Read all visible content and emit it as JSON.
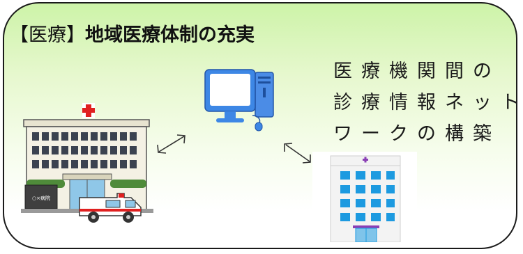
{
  "title": {
    "bracket_open": "【",
    "tag": "医療",
    "bracket_close": "】",
    "main": "地域医療体制の充実"
  },
  "description": {
    "lines": [
      "医療機関間の",
      "診療情報ネット",
      "ワークの構築"
    ]
  },
  "hospital_left": {
    "sign_text": "○×病院"
  },
  "icons": [
    "hospital-icon",
    "ambulance-icon",
    "computer-icon",
    "clinic-icon",
    "double-arrow-icon"
  ],
  "colors": {
    "border": "#1a1a1a",
    "gradient_top": "#cdf3a8",
    "cross_red": "#e02020",
    "monitor_blue": "#2f7fe0",
    "clinic_cross": "#8a3fb5"
  }
}
